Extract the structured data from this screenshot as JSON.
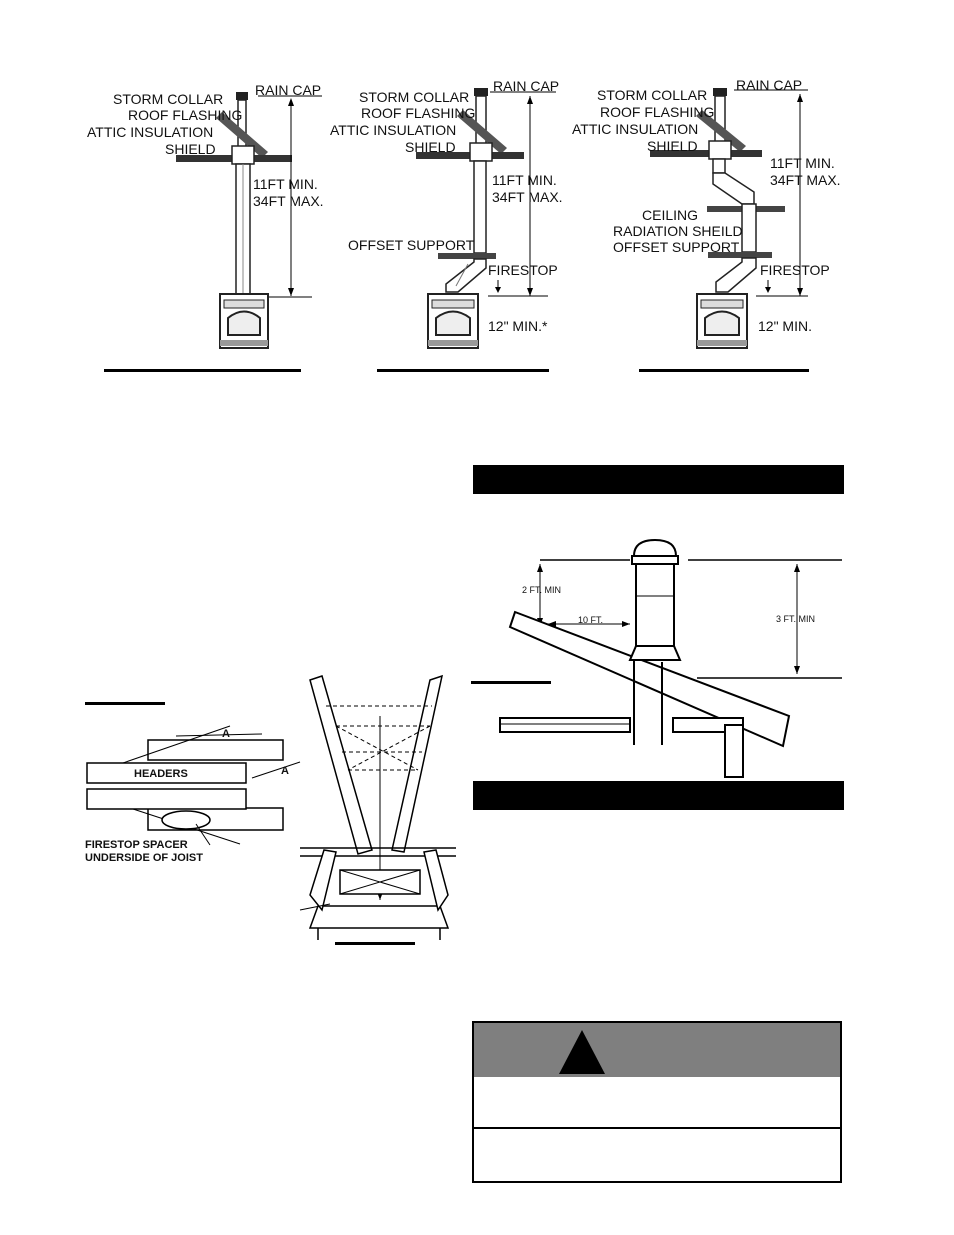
{
  "figure1": {
    "rain_cap": "RAIN CAP",
    "storm_collar": "STORM COLLAR",
    "roof_flashing": "ROOF FLASHING",
    "attic_insulation": "ATTIC INSULATION",
    "shield": "SHIELD",
    "min": "11FT MIN.",
    "max": "34FT MAX."
  },
  "figure2": {
    "rain_cap": "RAIN CAP",
    "storm_collar": "STORM COLLAR",
    "roof_flashing": "ROOF FLASHING",
    "attic_insulation": "ATTIC INSULATION",
    "shield": "SHIELD",
    "min": "11FT MIN.",
    "max": "34FT MAX.",
    "offset_support": "OFFSET SUPPORT",
    "firestop": "FIRESTOP",
    "clearance": "12\" MIN.*"
  },
  "figure3": {
    "rain_cap": "RAIN CAP",
    "storm_collar": "STORM COLLAR",
    "roof_flashing": "ROOF FLASHING",
    "attic_insulation": "ATTIC INSULATION",
    "shield": "SHIELD",
    "min": "11FT MIN.",
    "max": "34FT MAX.",
    "ceiling": "CEILING",
    "radiation_shield": "RADIATION SHEILD",
    "offset_support": "OFFSET SUPPORT",
    "firestop": "FIRESTOP",
    "clearance": "12\" MIN."
  },
  "roof_diagram": {
    "two_ft": "2 FT. MIN",
    "ten_ft": "10 FT.",
    "three_ft": "3 FT. MIN"
  },
  "framing": {
    "dim_a1": "A",
    "dim_a2": "A",
    "headers": "HEADERS",
    "spacer_line1": "FIRESTOP SPACER",
    "spacer_line2": "UNDERSIDE OF JOIST"
  }
}
